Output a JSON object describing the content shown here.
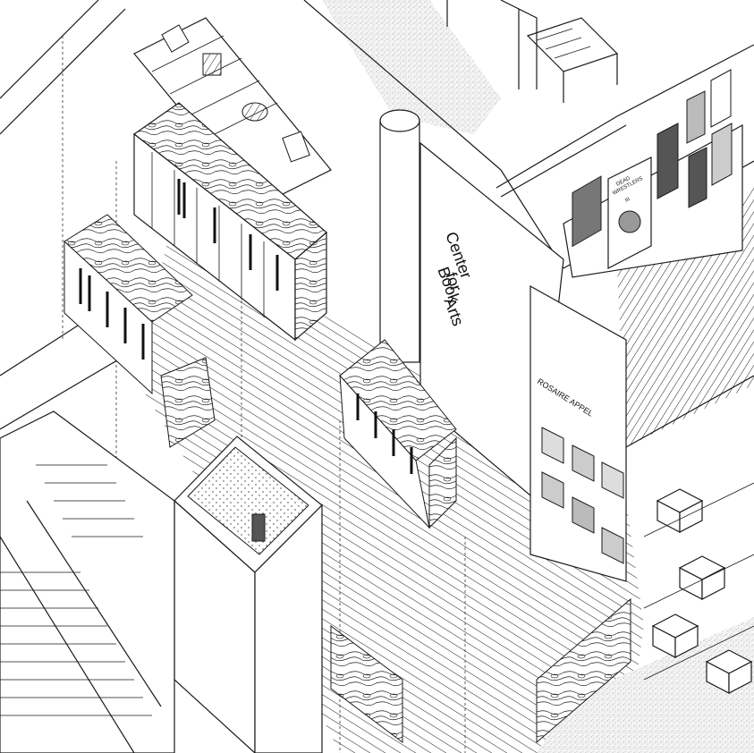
{
  "drawing": {
    "sign_lines": [
      "Center",
      "for",
      "Book",
      "Arts"
    ],
    "exhibit_title": "ROSAIRE APPEL",
    "poster_text": [
      "DEAD",
      "WRESTLERS",
      "III"
    ]
  },
  "colors": {
    "ink": "#1a1a1a",
    "paper": "#ffffff",
    "stipple": "#e6e6e6"
  }
}
